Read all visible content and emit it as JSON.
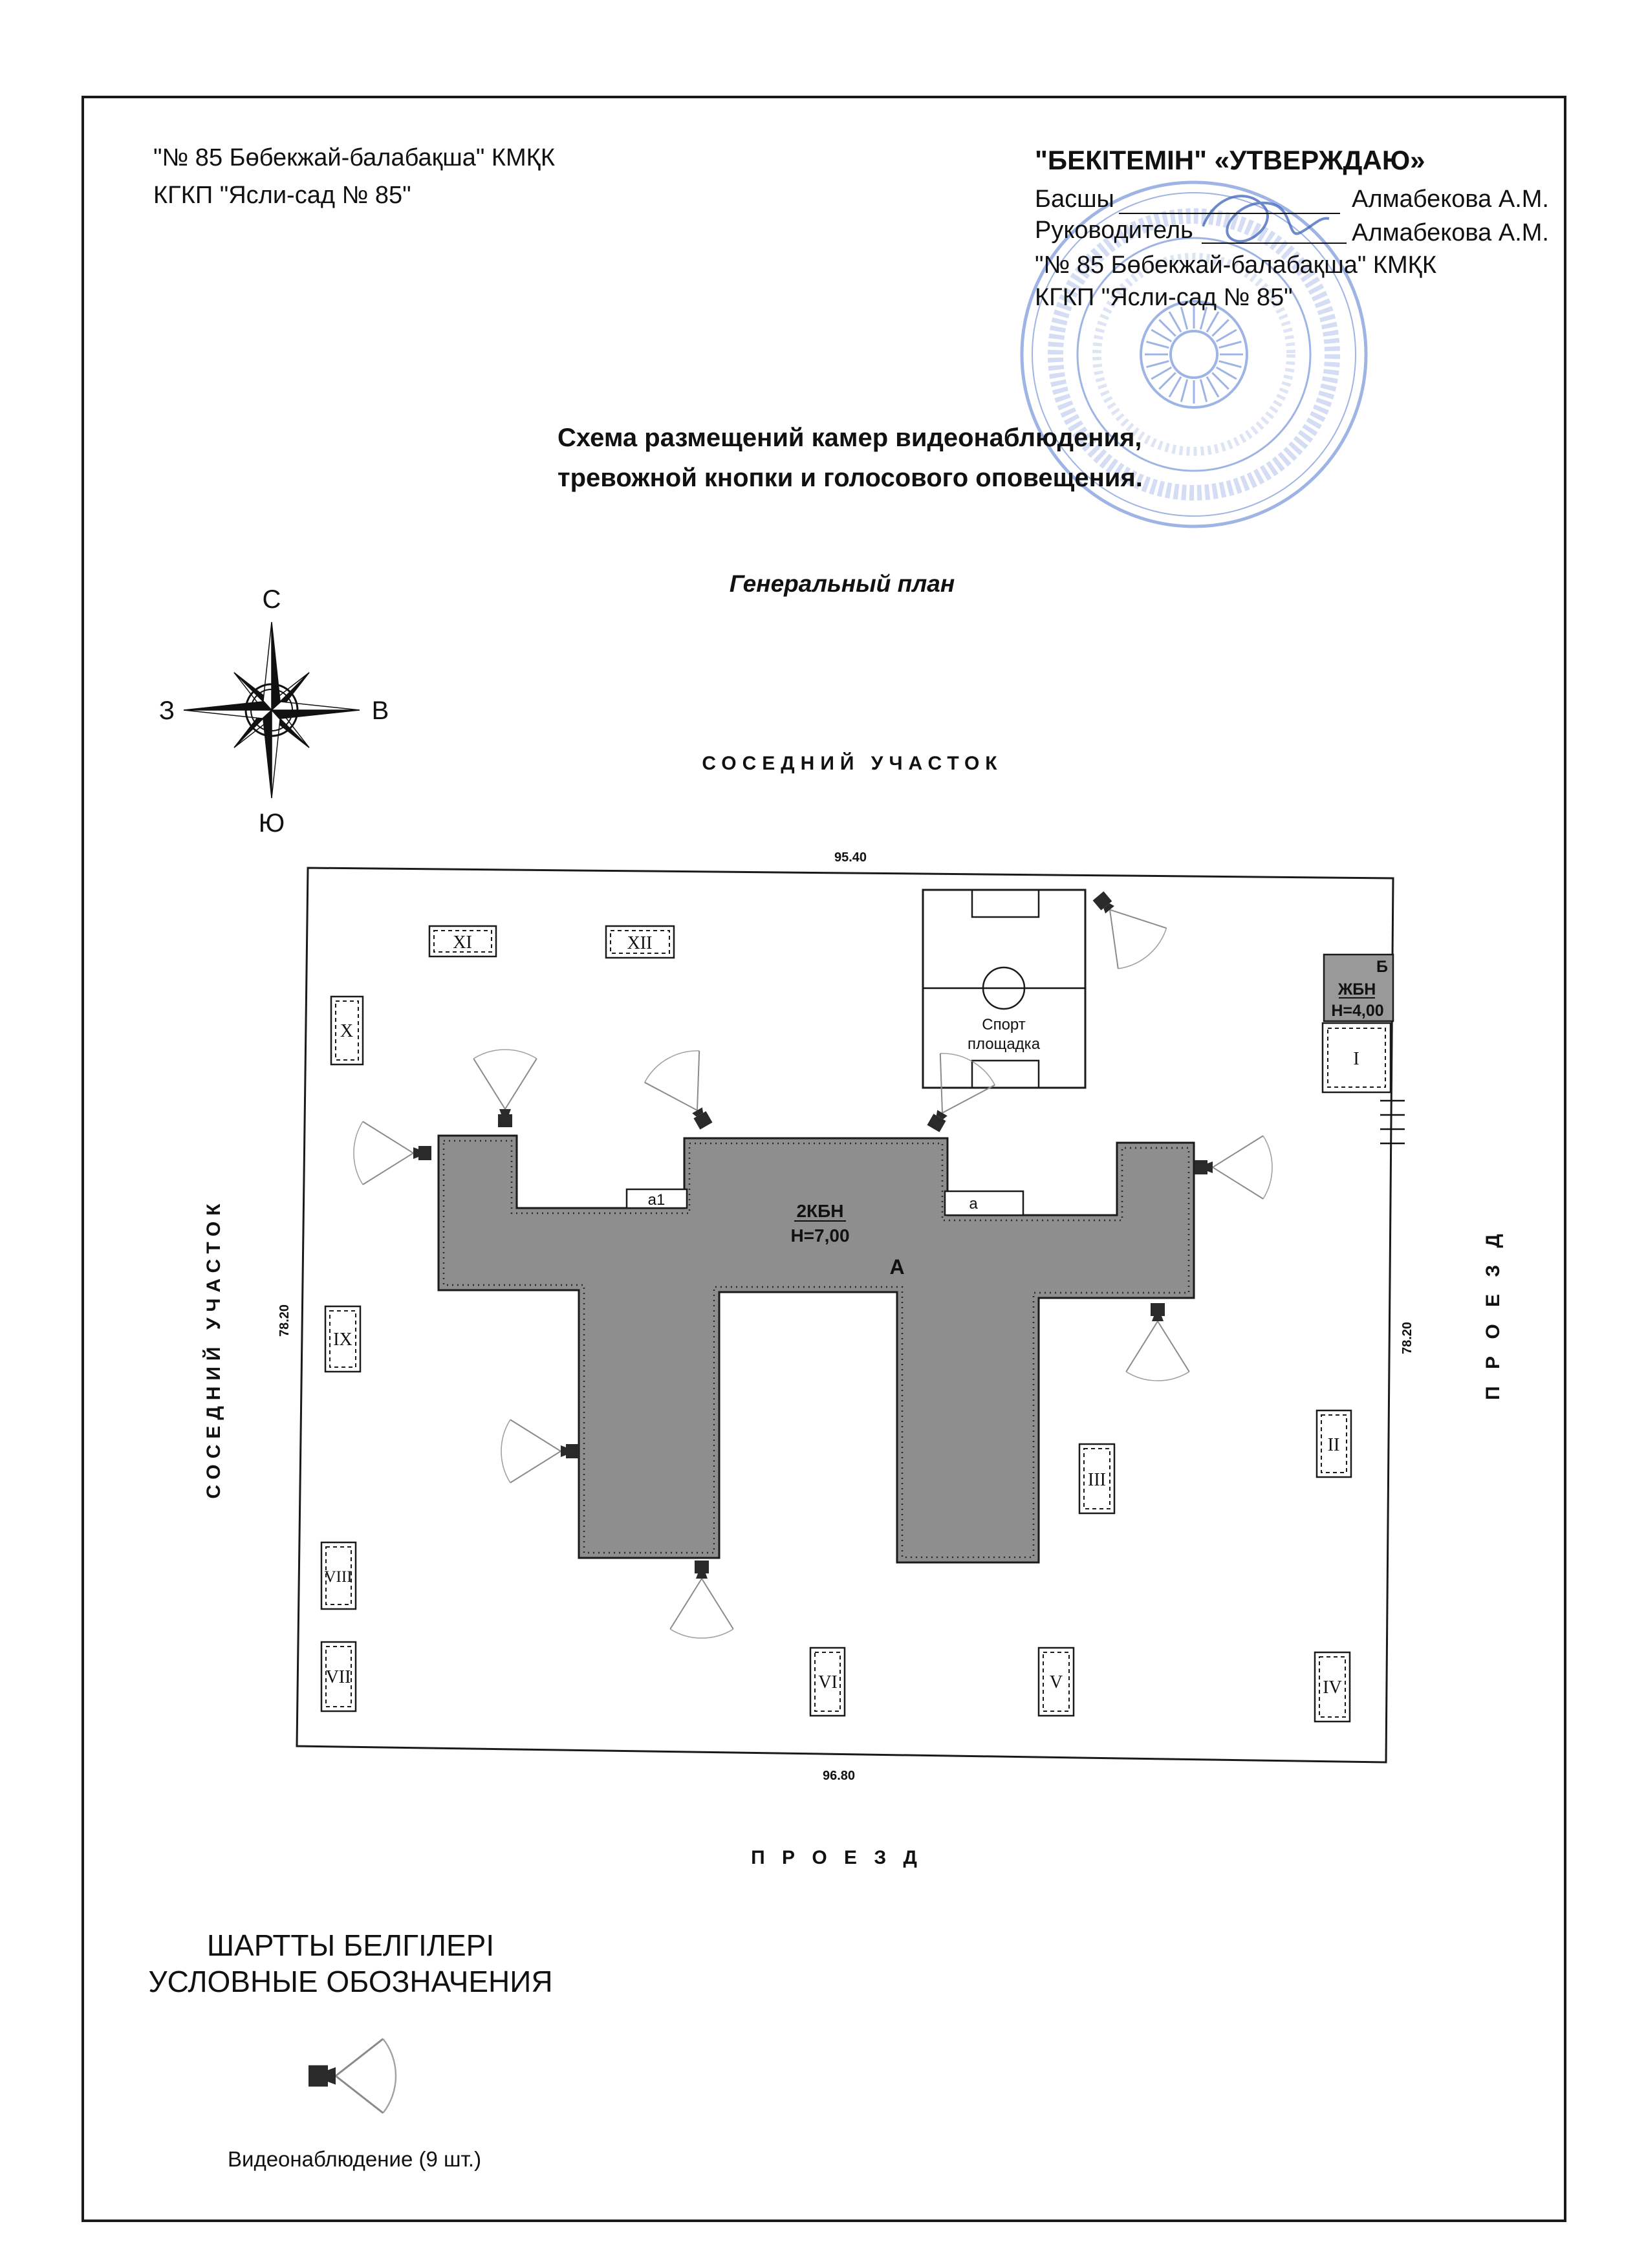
{
  "header": {
    "left_org_kz": "\"№ 85 Бөбекжай-балабақша\" КМҚК",
    "left_org_ru": "КГКП \"Ясли-сад № 85\"",
    "approve": "\"БЕКІТЕМІН\"  «УТВЕРЖДАЮ»",
    "head_kz": "Басшы",
    "head_kz_name": "Алмабекова А.М.",
    "head_ru": "Руководитель",
    "head_ru_name": "Алмабекова А.М.",
    "org_kz": "\"№ 85 Бөбекжай-балабақша\" КМҚК",
    "org_ru": "КГКП \"Ясли-сад № 85\""
  },
  "title": {
    "line1": "Схема размещений камер видеонаблюдения,",
    "line2": "тревожной кнопки и голосового оповещения.",
    "subtitle": "Генеральный план"
  },
  "compass": {
    "north": "С",
    "east": "В",
    "south": "Ю",
    "west": "З"
  },
  "surroundings": {
    "top": "СОСЕДНИЙ УЧАСТОК",
    "left": "СОСЕДНИЙ УЧАСТОК",
    "right": "П Р О Е З Д",
    "bottom": "П Р О Е З Д"
  },
  "dimensions": {
    "top": "95.40",
    "bottom": "96.80",
    "left": "78.20",
    "right": "78.20"
  },
  "main_building": {
    "code": "2КБН",
    "height": "Н=7,00",
    "letter": "А",
    "annex_1": "а1",
    "annex_2": "а"
  },
  "sports_ground": {
    "line1": "Спорт",
    "line2": "площадка"
  },
  "building_b": {
    "letter": "Б",
    "code": "ЖБН",
    "height": "Н=4,00"
  },
  "landmarks": [
    "I",
    "II",
    "III",
    "IV",
    "V",
    "VI",
    "VII",
    "VIII",
    "IX",
    "X",
    "XI",
    "XII"
  ],
  "legend": {
    "title_kz": "ШАРТТЫ БЕЛГІЛЕРІ",
    "title_ru": "УСЛОВНЫЕ ОБОЗНАЧЕНИЯ",
    "camera_label": "Видеонаблюдение  (9 шт.)"
  },
  "icons": {
    "camera": "camera-icon",
    "compass": "compass-rose-icon",
    "stamp": "official-seal-icon"
  },
  "colors": {
    "building": "#8e8e8e",
    "building_b": "#999999",
    "stamp": "#4f78cf",
    "camera": "#2a2a2a",
    "camera_cone": "#8a8a8a"
  }
}
